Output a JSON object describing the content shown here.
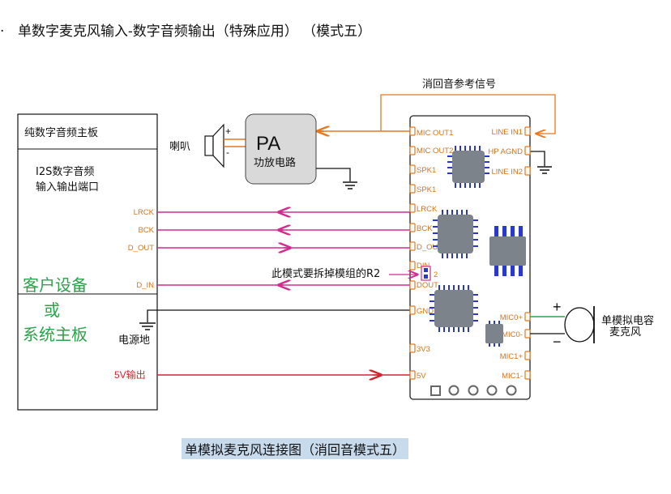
{
  "heading": {
    "number": ".",
    "text": "单数字麦克风输入-数字音频输出（特殊应用）  （模式五）"
  },
  "board": {
    "title": "纯数字音频主板",
    "port_line1": "I2S数字音频",
    "port_line2": "输入输出端口",
    "customer_line1": "客户设备",
    "customer_line2": "或",
    "customer_line3": "系统主板"
  },
  "board_signals": [
    "LRCK",
    "BCK",
    "D_OUT",
    "D_IN"
  ],
  "power_out_label": "5V输出",
  "ground_label": "电源地",
  "speaker_label": "喇叭",
  "pa": {
    "title": "PA",
    "subtitle": "功放电路"
  },
  "echo_ref_label": "消回音参考信号",
  "module_pins_left": [
    "MIC OUT1",
    "MIC OUT2",
    "SPK1",
    "SPK1",
    "LRCK",
    "BCK",
    "D_OUT",
    "DIN",
    "DOUT",
    "GND",
    "3V3",
    "5V"
  ],
  "module_pins_right": [
    "LINE IN1",
    "HP AGND",
    "LINE IN2",
    "MIC0+",
    "MIC0-",
    "MIC1+",
    "MIC1-"
  ],
  "note": "此模式要拆掉模组的R2",
  "r2_label": "2",
  "mic": {
    "label_line1": "单模拟电容",
    "label_line2": "麦克风",
    "plus": "+",
    "minus": "−"
  },
  "polarity": {
    "plus": "+",
    "minus": "-"
  },
  "caption": "单模拟麦克风连接图（消回音模式五）",
  "colors": {
    "orange": "#e8771d",
    "magenta": "#d12b8f",
    "red": "#d0272e",
    "green": "#2ca24a",
    "chip": "#7d838b",
    "pinblue": "#2a39c9"
  }
}
